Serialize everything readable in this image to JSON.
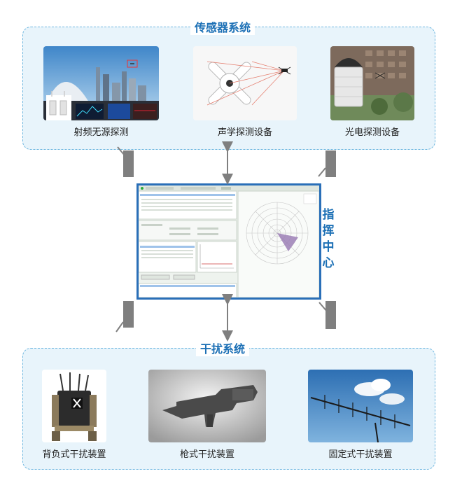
{
  "sensor_panel": {
    "title": "传感器系统",
    "items": [
      {
        "label": "射频无源探测",
        "icon": "rf-detection-photo"
      },
      {
        "label": "声学探测设备",
        "icon": "acoustic-device-photo"
      },
      {
        "label": "光电探测设备",
        "icon": "optoelectronic-camera-photo"
      }
    ]
  },
  "command_center": {
    "label": "指挥中心"
  },
  "jamming_panel": {
    "title": "干扰系统",
    "items": [
      {
        "label": "背负式干扰装置",
        "icon": "backpack-jammer-photo"
      },
      {
        "label": "枪式干扰装置",
        "icon": "gun-jammer-photo"
      },
      {
        "label": "固定式干扰装置",
        "icon": "fixed-antenna-photo"
      }
    ]
  },
  "colors": {
    "accent": "#1b6fb5",
    "panel_bg": "#e8f4fb",
    "arrow": "#7f7f7f"
  }
}
